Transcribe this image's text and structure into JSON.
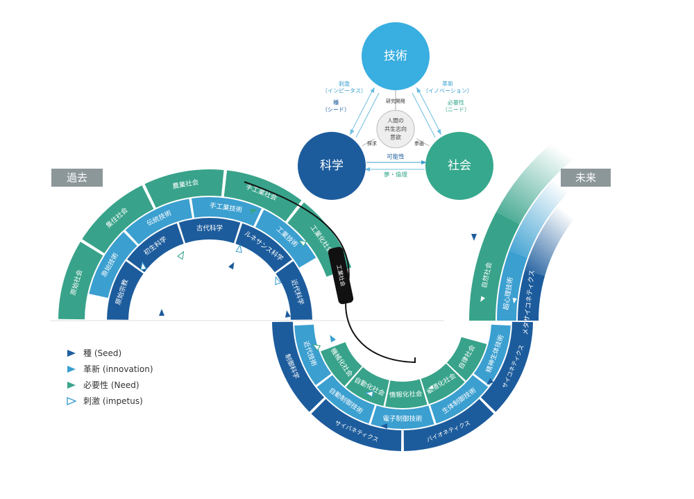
{
  "labels": {
    "past": "過去",
    "future": "未来"
  },
  "triangle": {
    "technology": "技術",
    "science": "科学",
    "society": "社会",
    "center": [
      "人間の",
      "共生志向",
      "意欲"
    ],
    "research": "研究開発",
    "explore": "探求",
    "participate": "参画",
    "possibility": "可能性",
    "dream_ethics": "夢・倫理",
    "left_stim": [
      "刺激",
      "（インピータス）"
    ],
    "left_seed": [
      "種",
      "（シード）"
    ],
    "right_innov": [
      "革新",
      "（イノベーション）"
    ],
    "right_need": [
      "必要性",
      "（ニード）"
    ]
  },
  "rings": {
    "outer": [
      "原始社会",
      "集住社会",
      "農業社会",
      "手工業社会",
      "工業化社会",
      "機械化社会",
      "自動化社会",
      "情報化社会",
      "最適化社会",
      "自律社会",
      "自然社会"
    ],
    "middle": [
      "原始技術",
      "伝統技術",
      "手工業技術",
      "工業技術",
      "近代技術",
      "自動制御技術",
      "電子制御技術",
      "生体制御技術",
      "精神生体技術",
      "超心理技術"
    ],
    "inner": [
      "原始宗教",
      "初生科学",
      "古代科学",
      "ルネサンス科学",
      "近代科学",
      "制御科学",
      "サイバネティクス",
      "バイオネティクス",
      "サイコネティクス",
      "メタサイコネティクス"
    ],
    "marker": "工業社会"
  },
  "legend": [
    {
      "label": "種 (Seed)",
      "color": "#1f5e9e",
      "style": "filled"
    },
    {
      "label": "革新 (innovation)",
      "color": "#3b9fd0",
      "style": "filled"
    },
    {
      "label": "必要性 (Need)",
      "color": "#3aa58c",
      "style": "filled"
    },
    {
      "label": "刺激 (impetus)",
      "color": "#3b9fd0",
      "style": "outline"
    }
  ],
  "colors": {
    "society": "#38a38a",
    "technology": "#3b9fd0",
    "science": "#1d5c9c",
    "tag": "#8c979a"
  }
}
